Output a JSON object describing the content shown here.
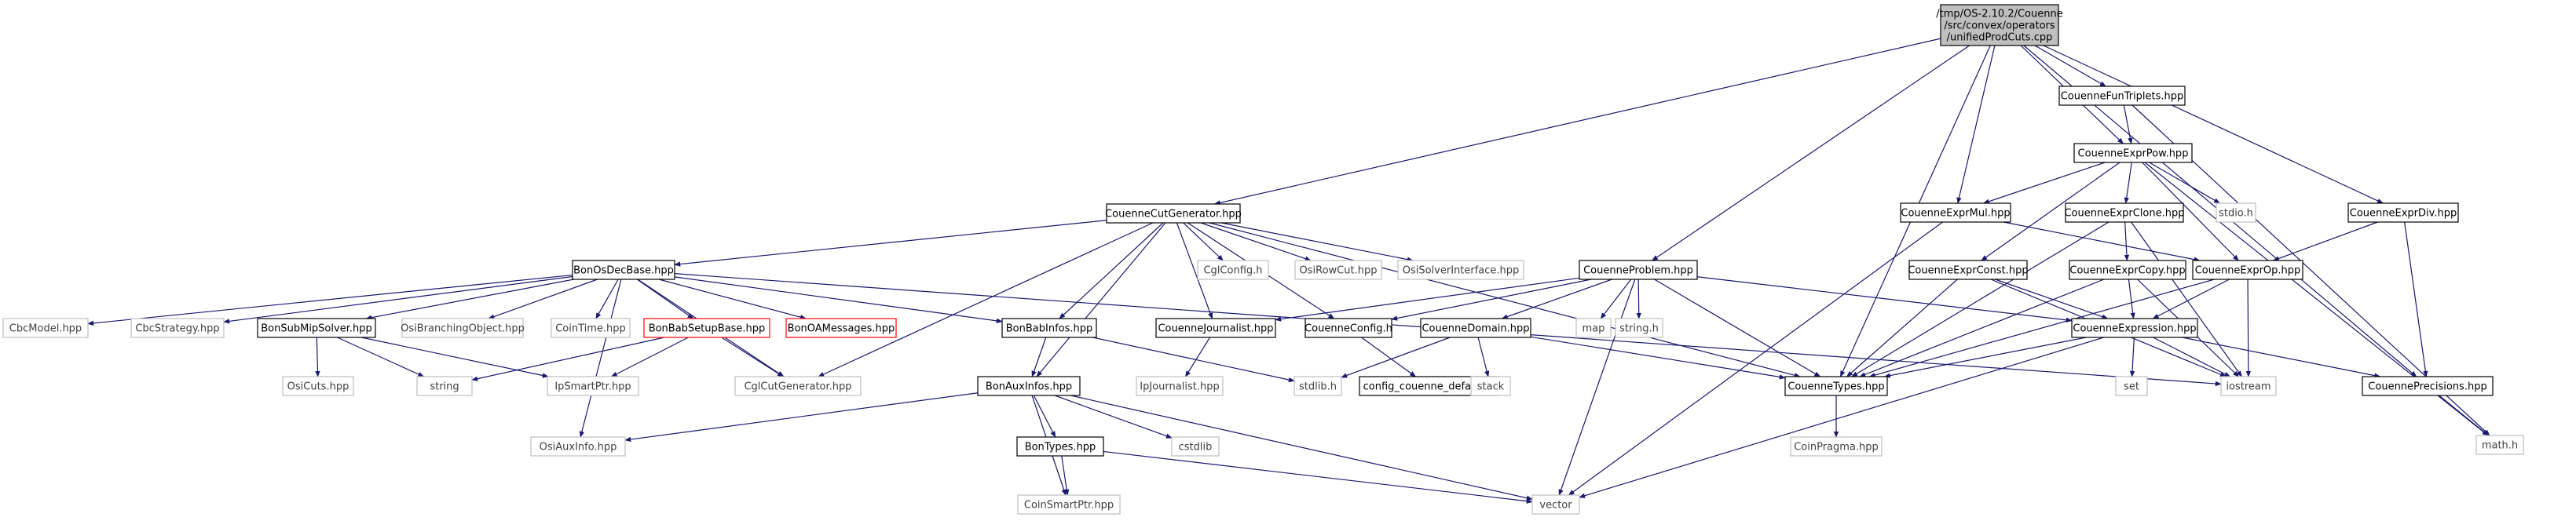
{
  "diagram": {
    "nodes": [
      {
        "id": "root",
        "label": "/tmp/OS-2.10.2/Couenne\n/src/convex/operators\n/unifiedProdCuts.cpp",
        "style": "root"
      },
      {
        "id": "cfuntriplets",
        "label": "CouenneFunTriplets.hpp",
        "style": "normal"
      },
      {
        "id": "cexprpow",
        "label": "CouenneExprPow.hpp",
        "style": "normal"
      },
      {
        "id": "ccutgen",
        "label": "CouenneCutGenerator.hpp",
        "style": "normal"
      },
      {
        "id": "cexprmul",
        "label": "CouenneExprMul.hpp",
        "style": "normal"
      },
      {
        "id": "cexprclone",
        "label": "CouenneExprClone.hpp",
        "style": "normal"
      },
      {
        "id": "stdio",
        "label": "stdio.h",
        "style": "gray"
      },
      {
        "id": "cexprdiv",
        "label": "CouenneExprDiv.hpp",
        "style": "normal"
      },
      {
        "id": "bonosdec",
        "label": "BonOsDecBase.hpp",
        "style": "normal"
      },
      {
        "id": "cglconfig",
        "label": "CglConfig.h",
        "style": "gray"
      },
      {
        "id": "osirowcut",
        "label": "OsiRowCut.hpp",
        "style": "gray"
      },
      {
        "id": "osisolver",
        "label": "OsiSolverInterface.hpp",
        "style": "gray"
      },
      {
        "id": "cproblem",
        "label": "CouenneProblem.hpp",
        "style": "normal"
      },
      {
        "id": "cexprconst",
        "label": "CouenneExprConst.hpp",
        "style": "normal"
      },
      {
        "id": "cexprcopy",
        "label": "CouenneExprCopy.hpp",
        "style": "normal"
      },
      {
        "id": "cexprop",
        "label": "CouenneExprOp.hpp",
        "style": "normal"
      },
      {
        "id": "cbcmodel",
        "label": "CbcModel.hpp",
        "style": "gray"
      },
      {
        "id": "cbcstrategy",
        "label": "CbcStrategy.hpp",
        "style": "gray"
      },
      {
        "id": "bonsubmip",
        "label": "BonSubMipSolver.hpp",
        "style": "normal"
      },
      {
        "id": "osibranch",
        "label": "OsiBranchingObject.hpp",
        "style": "gray"
      },
      {
        "id": "cointime",
        "label": "CoinTime.hpp",
        "style": "gray"
      },
      {
        "id": "bonbabsetup",
        "label": "BonBabSetupBase.hpp",
        "style": "red"
      },
      {
        "id": "bonoamsg",
        "label": "BonOAMessages.hpp",
        "style": "red"
      },
      {
        "id": "bonbabinfos",
        "label": "BonBabInfos.hpp",
        "style": "normal"
      },
      {
        "id": "cjournalist",
        "label": "CouenneJournalist.hpp",
        "style": "normal"
      },
      {
        "id": "cconfig",
        "label": "CouenneConfig.h",
        "style": "normal"
      },
      {
        "id": "cdomain",
        "label": "CouenneDomain.hpp",
        "style": "normal"
      },
      {
        "id": "map",
        "label": "map",
        "style": "gray"
      },
      {
        "id": "stringh",
        "label": "string.h",
        "style": "gray"
      },
      {
        "id": "cexpression",
        "label": "CouenneExpression.hpp",
        "style": "normal"
      },
      {
        "id": "osicuts",
        "label": "OsiCuts.hpp",
        "style": "gray"
      },
      {
        "id": "string",
        "label": "string",
        "style": "gray"
      },
      {
        "id": "ipsmartptr",
        "label": "IpSmartPtr.hpp",
        "style": "gray"
      },
      {
        "id": "cglcutgen",
        "label": "CglCutGenerator.hpp",
        "style": "gray"
      },
      {
        "id": "bonauxinfos",
        "label": "BonAuxInfos.hpp",
        "style": "normal"
      },
      {
        "id": "ipjournalist",
        "label": "IpJournalist.hpp",
        "style": "gray"
      },
      {
        "id": "stdlib",
        "label": "stdlib.h",
        "style": "gray"
      },
      {
        "id": "configdefault",
        "label": "config_couenne_default.h",
        "style": "normal"
      },
      {
        "id": "stack",
        "label": "stack",
        "style": "gray"
      },
      {
        "id": "ctypes",
        "label": "CouenneTypes.hpp",
        "style": "normal"
      },
      {
        "id": "set",
        "label": "set",
        "style": "gray"
      },
      {
        "id": "iostream",
        "label": "iostream",
        "style": "gray"
      },
      {
        "id": "cprecisions",
        "label": "CouennePrecisions.hpp",
        "style": "normal"
      },
      {
        "id": "mathh",
        "label": "math.h",
        "style": "gray"
      },
      {
        "id": "osiauxinfo",
        "label": "OsiAuxInfo.hpp",
        "style": "gray"
      },
      {
        "id": "bontypes",
        "label": "BonTypes.hpp",
        "style": "normal"
      },
      {
        "id": "cstdlib",
        "label": "cstdlib",
        "style": "gray"
      },
      {
        "id": "coinpragma",
        "label": "CoinPragma.hpp",
        "style": "gray"
      },
      {
        "id": "vector",
        "label": "vector",
        "style": "gray"
      },
      {
        "id": "coinsmartptr",
        "label": "CoinSmartPtr.hpp",
        "style": "gray"
      }
    ],
    "edges": [
      [
        "root",
        "cfuntriplets"
      ],
      [
        "root",
        "cexprpow"
      ],
      [
        "root",
        "ccutgen"
      ],
      [
        "root",
        "cexprmul"
      ],
      [
        "root",
        "cexprdiv"
      ],
      [
        "root",
        "cproblem"
      ],
      [
        "root",
        "ctypes"
      ],
      [
        "root",
        "cprecisions"
      ],
      [
        "cfuntriplets",
        "cexprpow"
      ],
      [
        "cfuntriplets",
        "mathh"
      ],
      [
        "cexprpow",
        "cexprmul"
      ],
      [
        "cexprpow",
        "cexprclone"
      ],
      [
        "cexprpow",
        "stdio"
      ],
      [
        "cexprpow",
        "cexprop"
      ],
      [
        "cexprpow",
        "cexprconst"
      ],
      [
        "cexprpow",
        "mathh"
      ],
      [
        "cexprmul",
        "cexprop"
      ],
      [
        "cexprmul",
        "vector"
      ],
      [
        "cexprclone",
        "cexprcopy"
      ],
      [
        "cexprclone",
        "ctypes"
      ],
      [
        "cexprclone",
        "iostream"
      ],
      [
        "cexprdiv",
        "cexprop"
      ],
      [
        "cexprdiv",
        "cprecisions"
      ],
      [
        "ccutgen",
        "bonosdec"
      ],
      [
        "ccutgen",
        "cglconfig"
      ],
      [
        "ccutgen",
        "osirowcut"
      ],
      [
        "ccutgen",
        "osisolver"
      ],
      [
        "ccutgen",
        "bonbabinfos"
      ],
      [
        "ccutgen",
        "cjournalist"
      ],
      [
        "ccutgen",
        "cconfig"
      ],
      [
        "ccutgen",
        "ctypes"
      ],
      [
        "ccutgen",
        "cglcutgen"
      ],
      [
        "ccutgen",
        "bonauxinfos"
      ],
      [
        "bonosdec",
        "cbcmodel"
      ],
      [
        "bonosdec",
        "cbcstrategy"
      ],
      [
        "bonosdec",
        "bonsubmip"
      ],
      [
        "bonosdec",
        "osibranch"
      ],
      [
        "bonosdec",
        "cointime"
      ],
      [
        "bonosdec",
        "bonbabsetup"
      ],
      [
        "bonosdec",
        "bonoamsg"
      ],
      [
        "bonosdec",
        "bonbabinfos"
      ],
      [
        "bonosdec",
        "cglcutgen"
      ],
      [
        "bonosdec",
        "osiauxinfo"
      ],
      [
        "bonosdec",
        "iostream"
      ],
      [
        "cproblem",
        "cjournalist"
      ],
      [
        "cproblem",
        "cconfig"
      ],
      [
        "cproblem",
        "cdomain"
      ],
      [
        "cproblem",
        "map"
      ],
      [
        "cproblem",
        "stringh"
      ],
      [
        "cproblem",
        "cexpression"
      ],
      [
        "cproblem",
        "vector"
      ],
      [
        "cproblem",
        "ctypes"
      ],
      [
        "cexprconst",
        "cexpression"
      ],
      [
        "cexprconst",
        "ctypes"
      ],
      [
        "cexprconst",
        "iostream"
      ],
      [
        "cexprcopy",
        "cexpression"
      ],
      [
        "cexprcopy",
        "ctypes"
      ],
      [
        "cexprcopy",
        "iostream"
      ],
      [
        "cexprop",
        "cexpression"
      ],
      [
        "cexprop",
        "ctypes"
      ],
      [
        "cexprop",
        "iostream"
      ],
      [
        "bonsubmip",
        "osicuts"
      ],
      [
        "bonsubmip",
        "string"
      ],
      [
        "bonsubmip",
        "ipsmartptr"
      ],
      [
        "bonbabsetup",
        "string"
      ],
      [
        "bonbabsetup",
        "ipsmartptr"
      ],
      [
        "bonbabsetup",
        "cglcutgen"
      ],
      [
        "bonbabinfos",
        "bonauxinfos"
      ],
      [
        "bonbabinfos",
        "stdlib"
      ],
      [
        "cjournalist",
        "ipjournalist"
      ],
      [
        "cconfig",
        "configdefault"
      ],
      [
        "cdomain",
        "stdlib"
      ],
      [
        "cdomain",
        "stack"
      ],
      [
        "cdomain",
        "ctypes"
      ],
      [
        "cexpression",
        "set"
      ],
      [
        "cexpression",
        "iostream"
      ],
      [
        "cexpression",
        "ctypes"
      ],
      [
        "cexpression",
        "cprecisions"
      ],
      [
        "cexpression",
        "vector"
      ],
      [
        "bonauxinfos",
        "osiauxinfo"
      ],
      [
        "bonauxinfos",
        "bontypes"
      ],
      [
        "bonauxinfos",
        "cstdlib"
      ],
      [
        "bonauxinfos",
        "coinsmartptr"
      ],
      [
        "bonauxinfos",
        "vector"
      ],
      [
        "bontypes",
        "coinsmartptr"
      ],
      [
        "bontypes",
        "vector"
      ],
      [
        "ctypes",
        "coinpragma"
      ],
      [
        "cprecisions",
        "mathh"
      ]
    ]
  },
  "colors": {
    "edge": "#191970",
    "node_border": "#000000",
    "root_fill": "#bfbfbf",
    "gray_border": "#bfbfbf",
    "red_border": "#ff0000",
    "text": "#000000",
    "gray_text": "#404040"
  }
}
